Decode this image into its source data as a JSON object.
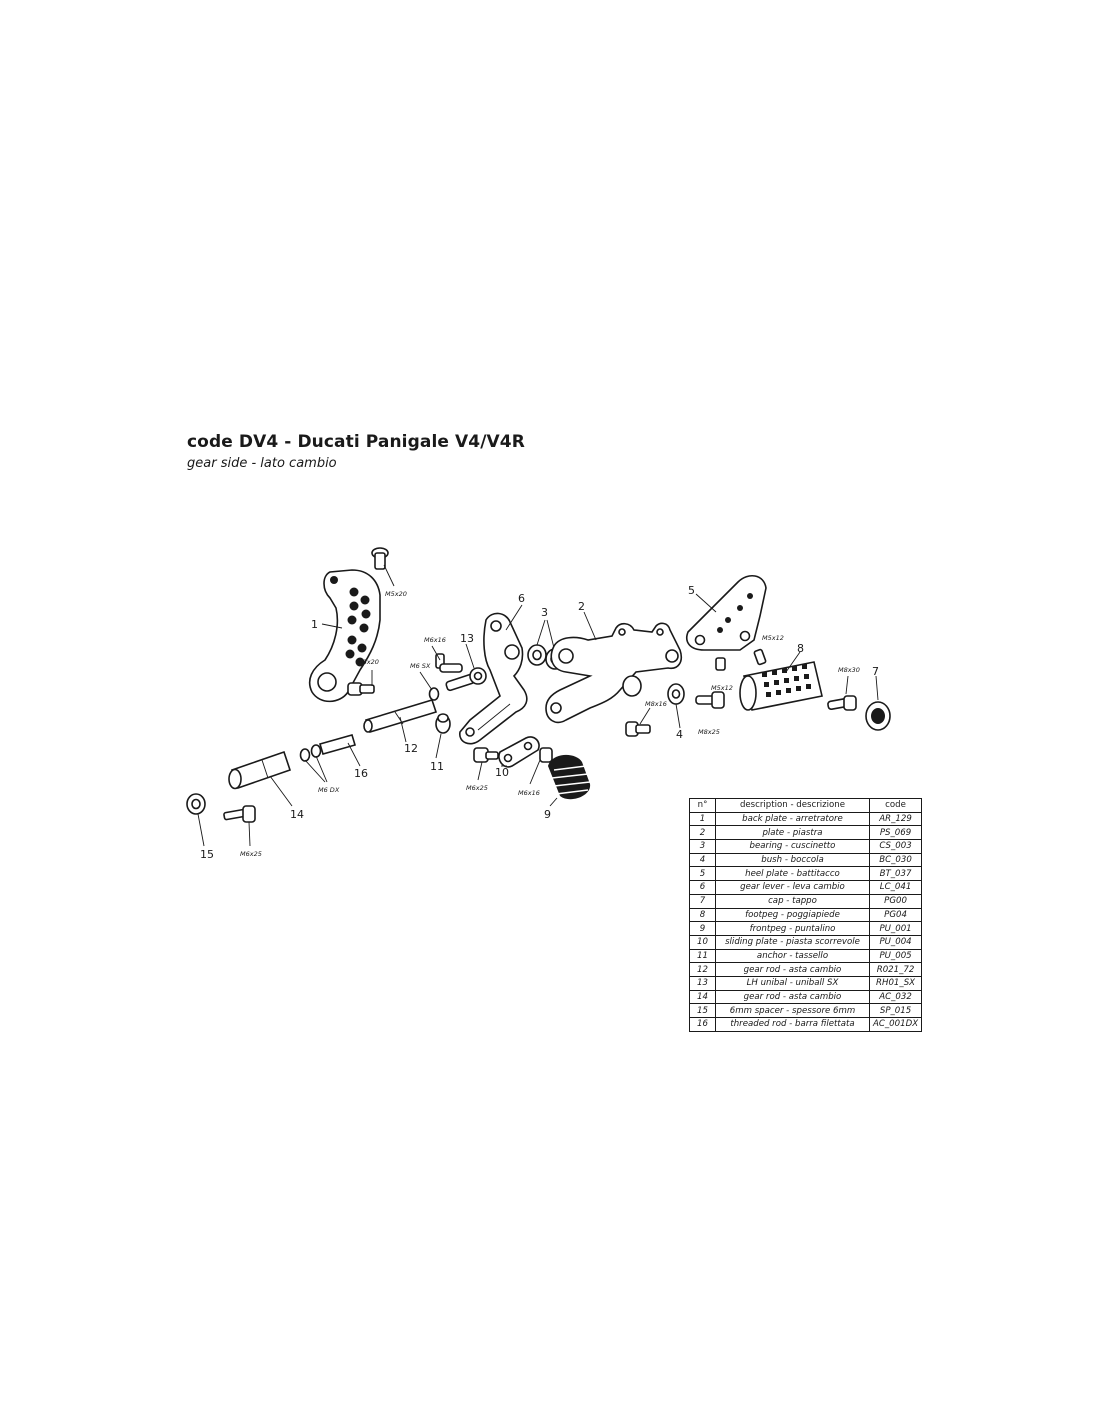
{
  "header": {
    "title": "code DV4 - Ducati Panigale V4/V4R",
    "subtitle": "gear side - lato cambio"
  },
  "callouts": {
    "p1": "1",
    "p2": "2",
    "p3": "3",
    "p4": "4",
    "p5": "5",
    "p6": "6",
    "p7": "7",
    "p8": "8",
    "p9": "9",
    "p10": "10",
    "p11": "11",
    "p12": "12",
    "p13": "13",
    "p14": "14",
    "p15": "15",
    "p16": "16"
  },
  "screws": {
    "m5x20": "M5x20",
    "m8x20": "M8x20",
    "m6x16_top": "M6x16",
    "m6sx": "M6 SX",
    "m6dx": "M6 DX",
    "m5x12_top": "M5x12",
    "m5x12_bottom": "M5x12",
    "m8x30": "M8x30",
    "m8x16_mid": "M8x16",
    "m8x25_mid": "M8x25",
    "m6x25": "M6x25",
    "m6x16_low": "M6x16",
    "m6x25_low": "M6x25"
  },
  "parts_table": {
    "headers": {
      "number": "n°",
      "description": "description - descrizione",
      "code": "code"
    },
    "rows": [
      {
        "n": "1",
        "description": "back plate - arretratore",
        "code": "AR_129"
      },
      {
        "n": "2",
        "description": "plate - piastra",
        "code": "PS_069"
      },
      {
        "n": "3",
        "description": "bearing - cuscinetto",
        "code": "CS_003"
      },
      {
        "n": "4",
        "description": "bush - boccola",
        "code": "BC_030"
      },
      {
        "n": "5",
        "description": "heel plate - battitacco",
        "code": "BT_037"
      },
      {
        "n": "6",
        "description": "gear lever - leva cambio",
        "code": "LC_041"
      },
      {
        "n": "7",
        "description": "cap - tappo",
        "code": "PG00"
      },
      {
        "n": "8",
        "description": "footpeg - poggiapiede",
        "code": "PG04"
      },
      {
        "n": "9",
        "description": "frontpeg - puntalino",
        "code": "PU_001"
      },
      {
        "n": "10",
        "description": "sliding plate - piasta scorrevole",
        "code": "PU_004"
      },
      {
        "n": "11",
        "description": "anchor - tassello",
        "code": "PU_005"
      },
      {
        "n": "12",
        "description": "gear rod - asta cambio",
        "code": "R021_72"
      },
      {
        "n": "13",
        "description": "LH unibal - uniball SX",
        "code": "RH01_SX"
      },
      {
        "n": "14",
        "description": "gear rod - asta cambio",
        "code": "AC_032"
      },
      {
        "n": "15",
        "description": "6mm spacer - spessore 6mm",
        "code": "SP_015"
      },
      {
        "n": "16",
        "description": "threaded rod - barra filettata",
        "code": "AC_001DX"
      }
    ]
  }
}
